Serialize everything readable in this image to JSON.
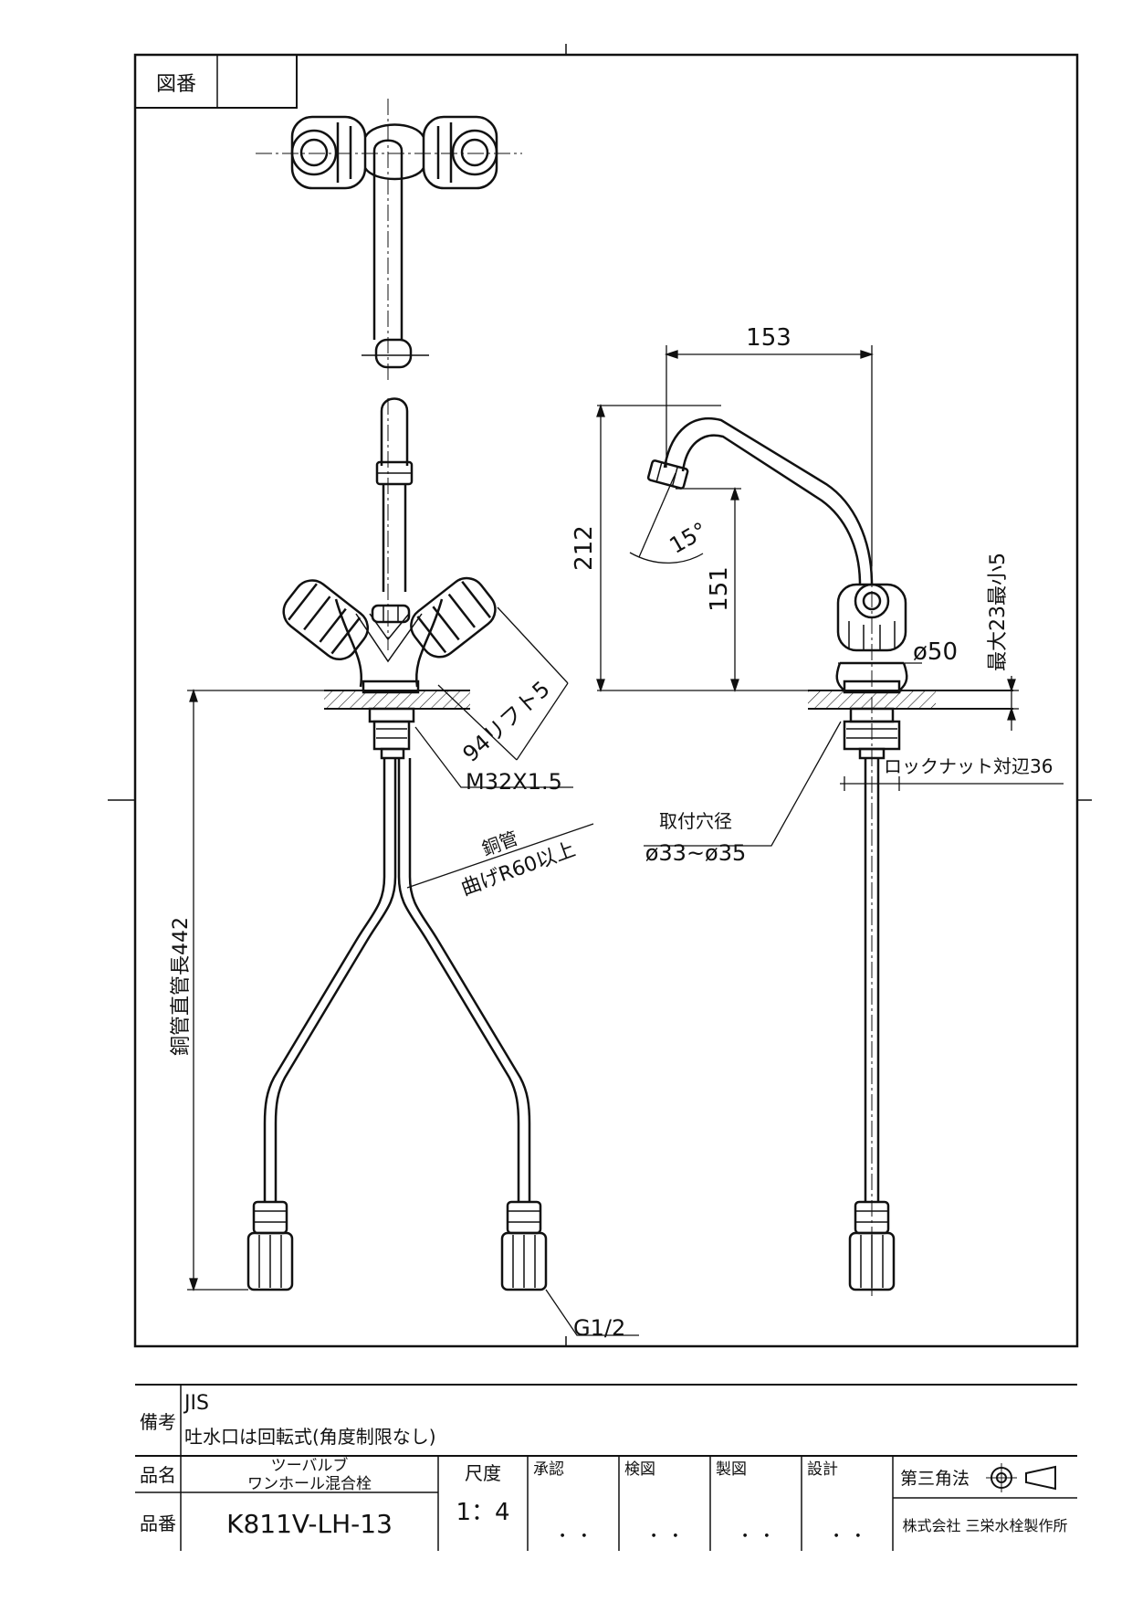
{
  "header": {
    "drawing_no_label": "図番",
    "drawing_no_value": ""
  },
  "dimensions": {
    "spout_reach": "153",
    "total_height": "212",
    "spout_height": "151",
    "spout_angle": "15°",
    "body_diameter": "ø50",
    "max_thickness": "最大23最小5",
    "handle_lift": "94リフト5",
    "thread": "M32X1.5",
    "copper_pipe_line1": "銅管",
    "copper_pipe_line2": "曲げR60以上",
    "pipe_length": "銅管直管長442",
    "mount_hole_title": "取付穴径",
    "mount_hole_range": "ø33~ø35",
    "locknut": "ロックナット対辺36",
    "connection": "G1/2"
  },
  "notes": {
    "label": "備考",
    "line1": "JIS",
    "line2": "吐水口は回転式(角度制限なし)"
  },
  "title_block": {
    "name_label": "品名",
    "name_line1": "ツーバルブ",
    "name_line2": "ワンホール混合栓",
    "number_label": "品番",
    "number_value": "K811V-LH-13",
    "scale_label": "尺度",
    "scale_value": "1：4",
    "approved_label": "承認",
    "checked_label": "検図",
    "drawn_label": "製図",
    "designed_label": "設計",
    "date_dots": "・ ・",
    "projection_label": "第三角法",
    "company": "株式会社 三栄水栓製作所"
  }
}
